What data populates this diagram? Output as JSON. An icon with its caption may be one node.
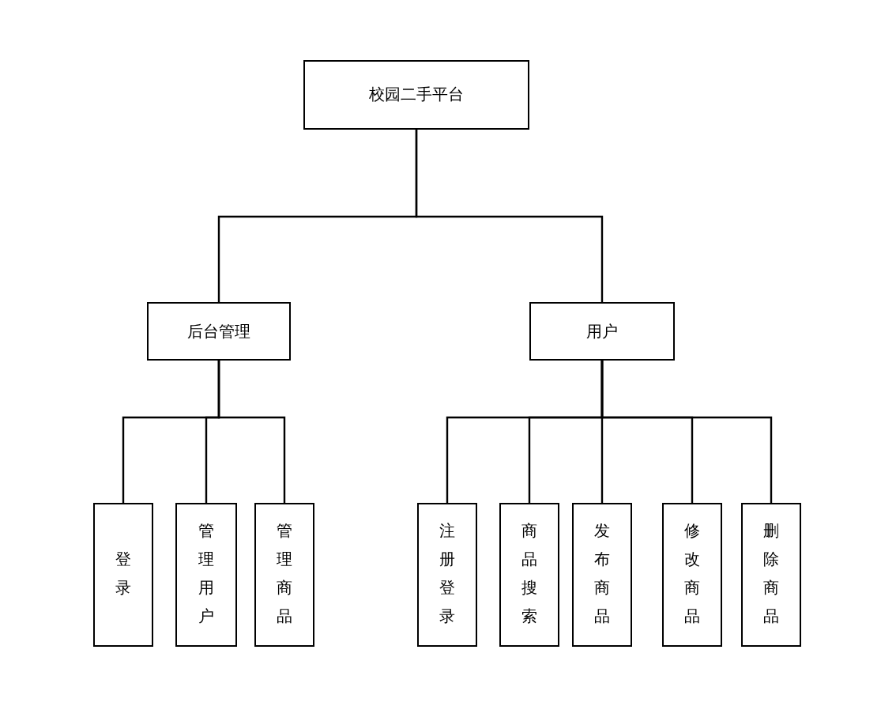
{
  "diagram": {
    "nodes": [
      {
        "text": [
          "校园二手平台"
        ]
      },
      {
        "text": [
          "后台管理"
        ]
      },
      {
        "text": [
          "用户"
        ]
      },
      {
        "text": [
          "登录"
        ]
      },
      {
        "text": [
          "管理用户"
        ]
      },
      {
        "text": [
          "管理商品"
        ]
      },
      {
        "text": [
          "注册登录"
        ]
      },
      {
        "text": [
          "商品搜索"
        ]
      },
      {
        "text": [
          "发布商品"
        ]
      },
      {
        "text": [
          "修改商品"
        ]
      },
      {
        "text": [
          "删除商品"
        ]
      }
    ],
    "edges": [
      {
        "from": 0,
        "to": 1,
        "arrow": "none"
      },
      {
        "from": 0,
        "to": 2,
        "arrow": "none"
      },
      {
        "from": 1,
        "to": 3,
        "arrow": "none"
      },
      {
        "from": 1,
        "to": 4,
        "arrow": "none"
      },
      {
        "from": 1,
        "to": 5,
        "arrow": "none"
      },
      {
        "from": 2,
        "to": 6,
        "arrow": "none"
      },
      {
        "from": 2,
        "to": 7,
        "arrow": "none"
      },
      {
        "from": 2,
        "to": 8,
        "arrow": "none"
      },
      {
        "from": 2,
        "to": 9,
        "arrow": "none"
      },
      {
        "from": 2,
        "to": 10,
        "arrow": "none"
      }
    ]
  }
}
